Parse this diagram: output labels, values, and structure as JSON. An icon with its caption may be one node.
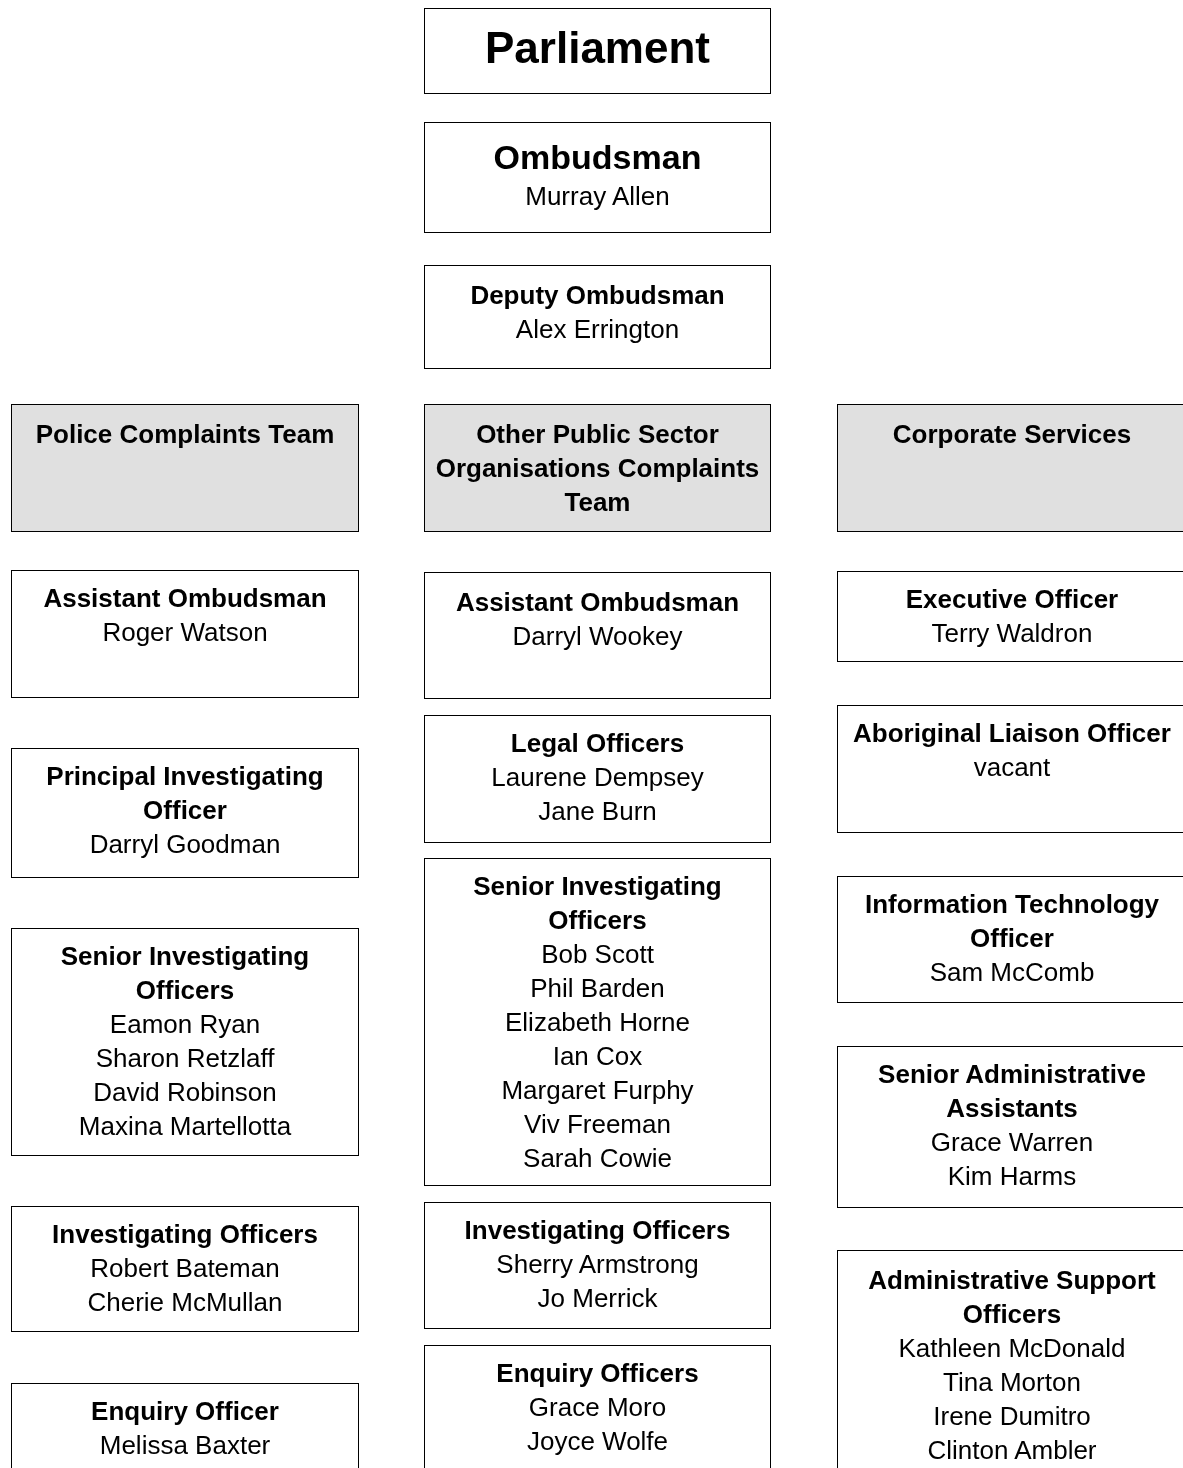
{
  "diagram": {
    "nodes": [
      {
        "text": [
          "Parliament"
        ]
      },
      {
        "text": [
          "Ombudsman",
          "Murray Allen"
        ]
      },
      {
        "text": [
          "Deputy Ombudsman",
          "Alex Errington"
        ]
      },
      {
        "text": [
          "Police Complaints Team"
        ]
      },
      {
        "text": [
          "Other Public Sector Organisations Complaints Team"
        ]
      },
      {
        "text": [
          "Corporate Services"
        ]
      },
      {
        "text": [
          "Assistant Ombudsman",
          "Roger Watson"
        ]
      },
      {
        "text": [
          "Principal Investigating Officer",
          "Darryl Goodman"
        ]
      },
      {
        "text": [
          "Senior Investigating Officers",
          "Eamon Ryan",
          "Sharon Retzlaff",
          "David Robinson",
          "Maxina Martellotta"
        ]
      },
      {
        "text": [
          "Investigating Officers",
          "Robert Bateman",
          "Cherie McMullan"
        ]
      },
      {
        "text": [
          "Enquiry Officer",
          "Melissa Baxter"
        ]
      },
      {
        "text": [
          "Assistant Ombudsman",
          "Darryl Wookey"
        ]
      },
      {
        "text": [
          "Legal Officers",
          "Laurene Dempsey",
          "Jane Burn"
        ]
      },
      {
        "text": [
          "Senior Investigating Officers",
          "Bob Scott",
          "Phil Barden",
          "Elizabeth Horne",
          "Ian Cox",
          "Margaret Furphy",
          "Viv Freeman",
          "Sarah Cowie"
        ]
      },
      {
        "text": [
          "Investigating Officers",
          "Sherry Armstrong",
          "Jo Merrick"
        ]
      },
      {
        "text": [
          "Enquiry Officers",
          "Grace Moro",
          "Joyce Wolfe"
        ]
      },
      {
        "text": [
          "Executive Officer",
          "Terry Waldron"
        ]
      },
      {
        "text": [
          "Aboriginal Liaison Officer",
          "vacant"
        ]
      },
      {
        "text": [
          "Information Technology Officer",
          "Sam McComb"
        ]
      },
      {
        "text": [
          "Senior Administrative Assistants",
          "Grace Warren",
          "Kim Harms"
        ]
      },
      {
        "text": [
          "Administrative Support Officers",
          "Kathleen McDonald",
          "Tina Morton",
          "Irene Dumitro",
          "Clinton Ambler"
        ]
      }
    ]
  }
}
